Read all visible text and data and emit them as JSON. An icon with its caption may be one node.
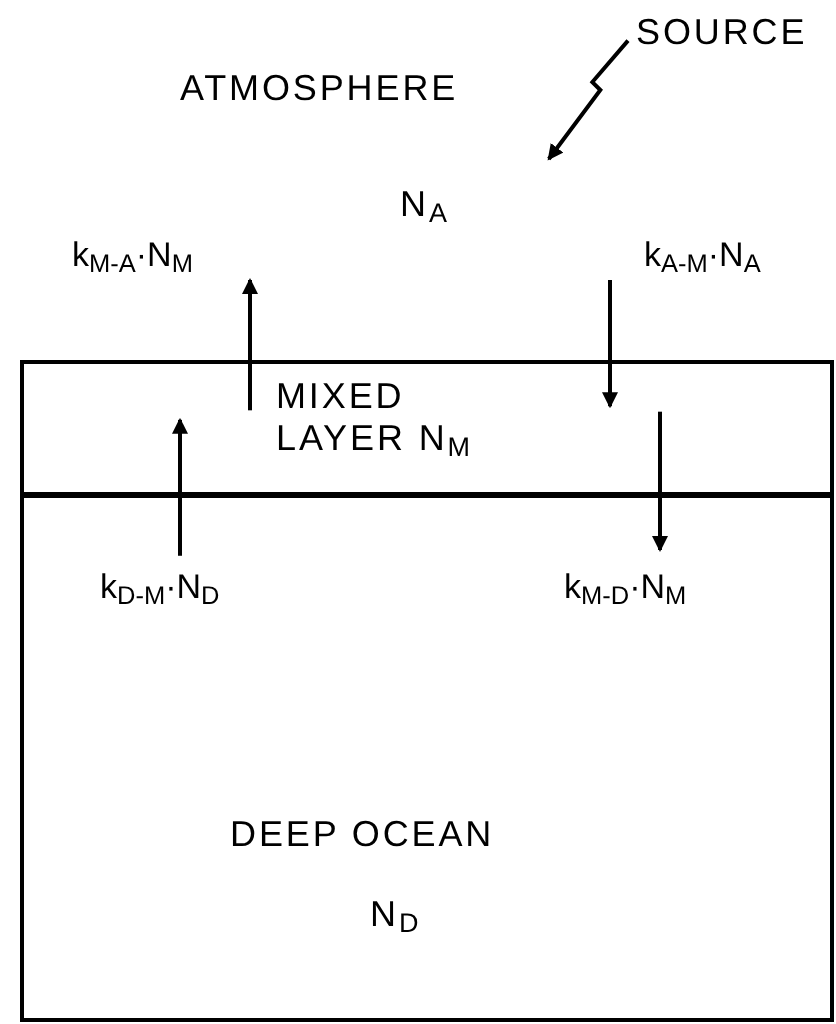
{
  "diagram": {
    "nodes": [
      {
        "text": [
          "ATMOSPHERE",
          "N$_{A}$"
        ]
      },
      {
        "text": [
          "SOURCE"
        ]
      },
      {
        "text": [
          "MIXED LAYER N$_{M}$"
        ]
      },
      {
        "text": [
          "DEEP OCEAN",
          "N$_{D}$"
        ]
      }
    ],
    "edges": [
      {
        "from": 1,
        "to": 0,
        "arrow": "to"
      },
      {
        "from": 2,
        "to": 0,
        "arrow": "to",
        "label": "k$_{M-A}$·N$_{M}$"
      },
      {
        "from": 0,
        "to": 2,
        "arrow": "to",
        "label": "k$_{A-M}$·N$_{A}$"
      },
      {
        "from": 3,
        "to": 2,
        "arrow": "to",
        "label": "k$_{D-M}$·N$_{D}$"
      },
      {
        "from": 2,
        "to": 3,
        "arrow": "to",
        "label": "k$_{M-D}$·N$_{M}$"
      }
    ]
  }
}
